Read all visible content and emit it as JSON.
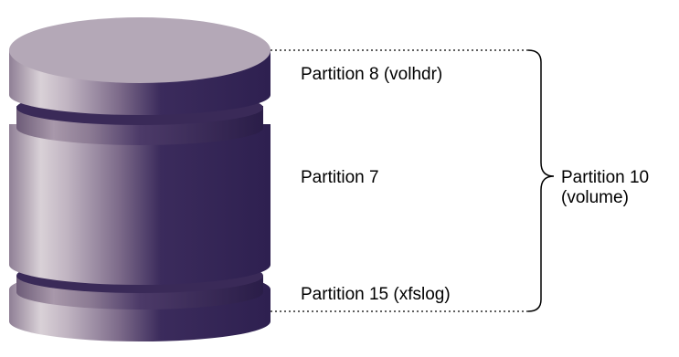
{
  "diagram": {
    "partitions": {
      "p8": "Partition 8 (volhdr)",
      "p7": "Partition 7",
      "p15": "Partition 15 (xfslog)"
    },
    "volume": {
      "line1": "Partition 10",
      "line2": "(volume)"
    }
  },
  "colors": {
    "top_face": "#b3a7b6",
    "dark_side": "#2f2150",
    "light_side": "#d8d0d6"
  }
}
